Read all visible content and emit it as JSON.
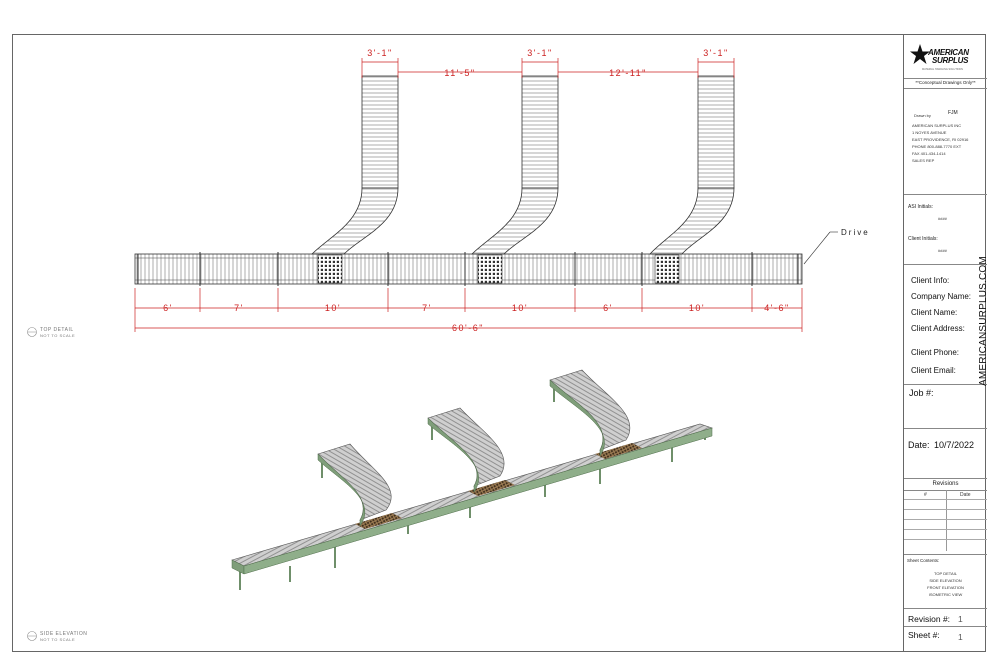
{
  "top_detail": {
    "spur_widths": [
      "3'-1\"",
      "3'-1\"",
      "3'-1\""
    ],
    "spur_gaps": [
      "11'-5\"",
      "12'-11\""
    ],
    "section_lengths": [
      "6'",
      "7'",
      "10'",
      "7'",
      "10'",
      "6'",
      "10'",
      "4'-6\""
    ],
    "total_length": "60'-6\"",
    "drive_label": "Drive",
    "view_title": "TOP DETAIL",
    "view_scale": "NOT TO SCALE"
  },
  "side_elevation": {
    "view_title": "SIDE ELEVATION",
    "view_scale": "NOT TO SCALE"
  },
  "colors": {
    "dimension": "#cc2222",
    "frame": "#7f9e7a",
    "roller": "#999999"
  },
  "title_block": {
    "logo_line1": "AMERICAN",
    "logo_line2": "SURPLUS",
    "logo_tagline": "MATERIAL HANDLING SOLUTIONS",
    "conceptual": "**Conceptual Drawings Only**",
    "drawn_by_label": "Drawn by",
    "drawn_by": "FJM",
    "company_lines": [
      "AMERICAN SURPLUS INC",
      "1 NOYES AVENUE",
      "EAST PROVIDENCE, RI 02916",
      "PHONE 800-888-7770 EXT",
      "FAX 401-434-1414",
      "SALES REP"
    ],
    "asi_initials_label": "ASI Initials:",
    "asi_initials": "####",
    "client_initials_label": "Client Initials:",
    "client_initials": "####",
    "client_info_label": "Client Info:",
    "company_name_label": "Company Name:",
    "client_name_label": "Client Name:",
    "client_address_label": "Client Address:",
    "client_phone_label": "Client Phone:",
    "client_email_label": "Client Email:",
    "job_label": "Job #:",
    "date_label": "Date:",
    "date": "10/7/2022",
    "revisions_label": "Revisions",
    "rev_col_num": "#",
    "rev_col_date": "Date",
    "sheet_contents_label": "Sheet Contents:",
    "sheet_contents": [
      "TOP DETAIL",
      "SIDE ELEVATION",
      "FRONT ELEVATION",
      "ISOMETRIC VIEW"
    ],
    "revision_label": "Revision #:",
    "revision": "1",
    "sheet_label": "Sheet #:",
    "sheet": "1",
    "url": "AMERICANSURPLUS.COM"
  }
}
